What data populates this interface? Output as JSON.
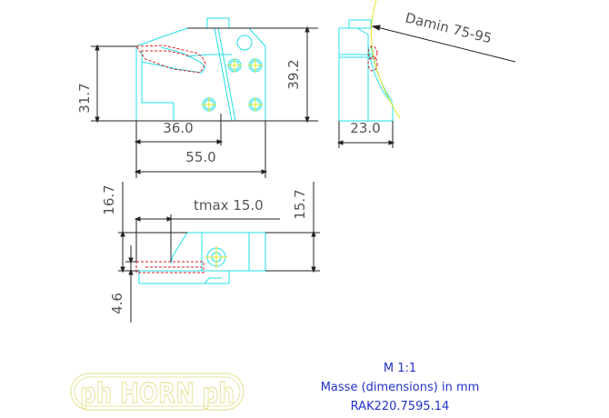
{
  "drawing": {
    "side_view": {
      "dim_height_left": "31.7",
      "dim_height_right": "39.2",
      "dim_width_inner": "36.0",
      "dim_width_total": "55.0"
    },
    "front_view": {
      "dim_width": "23.0",
      "diameter_label": "Damin 75-95"
    },
    "top_view": {
      "dim_left_height": "16.7",
      "dim_right_height": "15.7",
      "dim_bottom": "4.6",
      "tmax_label": "tmax 15.0"
    }
  },
  "logo": {
    "text": "ph HORN ph"
  },
  "info": {
    "scale": "M 1:1",
    "units": "Masse (dimensions) in mm",
    "part_number": "RAK220.7595.14"
  },
  "colors": {
    "outline": "#22e0e8",
    "hidden": "#e02020",
    "centerline": "#e8e820",
    "dimension": "#222222",
    "text_info": "#2233cc",
    "logo": "#e8e4a0"
  }
}
